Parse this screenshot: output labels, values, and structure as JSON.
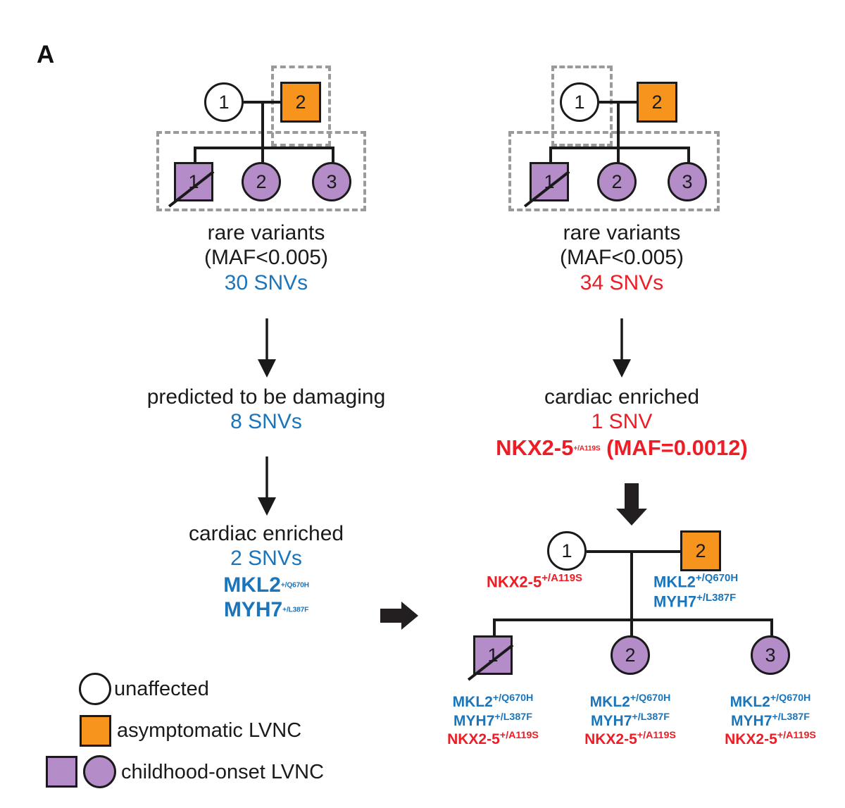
{
  "figure": {
    "panel_letter": "A"
  },
  "colors": {
    "blue": "#1B75BB",
    "red": "#EE1C25",
    "orange": "#F7941E",
    "purple": "#B38CC8",
    "black": "#1a1a1a",
    "dashed_gray": "#9a9a9a"
  },
  "pedigree_left": {
    "mother": {
      "label": "1",
      "shape": "circle",
      "status": "unaffected"
    },
    "father": {
      "label": "2",
      "shape": "square",
      "status": "asymptomatic-lvnc"
    },
    "children": [
      {
        "label": "1",
        "shape": "square",
        "status": "childhood-onset-lvnc",
        "deceased": true
      },
      {
        "label": "2",
        "shape": "circle",
        "status": "childhood-onset-lvnc",
        "deceased": false
      },
      {
        "label": "3",
        "shape": "circle",
        "status": "childhood-onset-lvnc",
        "deceased": false
      }
    ]
  },
  "pedigree_right": {
    "mother": {
      "label": "1",
      "shape": "circle",
      "status": "unaffected"
    },
    "father": {
      "label": "2",
      "shape": "square",
      "status": "asymptomatic-lvnc"
    },
    "children": [
      {
        "label": "1",
        "shape": "square",
        "status": "childhood-onset-lvnc",
        "deceased": true
      },
      {
        "label": "2",
        "shape": "circle",
        "status": "childhood-onset-lvnc",
        "deceased": false
      },
      {
        "label": "3",
        "shape": "circle",
        "status": "childhood-onset-lvnc",
        "deceased": false
      }
    ]
  },
  "pedigree_bottom": {
    "mother": {
      "label": "1",
      "shape": "circle",
      "status": "unaffected"
    },
    "father": {
      "label": "2",
      "shape": "square",
      "status": "asymptomatic-lvnc"
    },
    "children": [
      {
        "label": "1",
        "shape": "square",
        "status": "childhood-onset-lvnc",
        "deceased": true
      },
      {
        "label": "2",
        "shape": "circle",
        "status": "childhood-onset-lvnc",
        "deceased": false
      },
      {
        "label": "3",
        "shape": "circle",
        "status": "childhood-onset-lvnc",
        "deceased": false
      }
    ]
  },
  "flow_left": {
    "step1_line1": "rare variants",
    "step1_line2": "(MAF<0.005)",
    "step1_count": "30 SNVs",
    "step2_title": "predicted to be damaging",
    "step2_count": "8 SNVs",
    "step3_title": "cardiac enriched",
    "step3_count": "2 SNVs",
    "step3_gene1_name": "MKL2",
    "step3_gene1_sup": "+/Q670H",
    "step3_gene2_name": "MYH7",
    "step3_gene2_sup": "+/L387F"
  },
  "flow_right": {
    "step1_line1": "rare variants",
    "step1_line2": "(MAF<0.005)",
    "step1_count": "34 SNVs",
    "step2_title": "cardiac enriched",
    "step2_count": "1 SNV",
    "step2_gene_name": "NKX2-5",
    "step2_gene_sup": "+/A119S",
    "step2_gene_maf": "(MAF=0.0012)"
  },
  "bottom_pedigree_genotypes": {
    "mother": {
      "gene": "NKX2-5",
      "sup": "+/A119S",
      "color": "red"
    },
    "father": [
      {
        "gene": "MKL2",
        "sup": "+/Q670H",
        "color": "blue"
      },
      {
        "gene": "MYH7",
        "sup": "+/L387F",
        "color": "blue"
      }
    ],
    "child1": [
      {
        "gene": "MKL2",
        "sup": "+/Q670H",
        "color": "blue"
      },
      {
        "gene": "MYH7",
        "sup": "+/L387F",
        "color": "blue"
      },
      {
        "gene": "NKX2-5",
        "sup": "+/A119S",
        "color": "red"
      }
    ],
    "child2": [
      {
        "gene": "MKL2",
        "sup": "+/Q670H",
        "color": "blue"
      },
      {
        "gene": "MYH7",
        "sup": "+/L387F",
        "color": "blue"
      },
      {
        "gene": "NKX2-5",
        "sup": "+/A119S",
        "color": "red"
      }
    ],
    "child3": [
      {
        "gene": "MKL2",
        "sup": "+/Q670H",
        "color": "blue"
      },
      {
        "gene": "MYH7",
        "sup": "+/L387F",
        "color": "blue"
      },
      {
        "gene": "NKX2-5",
        "sup": "+/A119S",
        "color": "red"
      }
    ]
  },
  "legend": {
    "items": [
      {
        "symbol": "circle-white",
        "label": "unaffected"
      },
      {
        "symbol": "square-orange",
        "label": "asymptomatic LVNC"
      },
      {
        "symbol": "square-purple+circle-purple",
        "label": "childhood-onset LVNC"
      }
    ]
  }
}
